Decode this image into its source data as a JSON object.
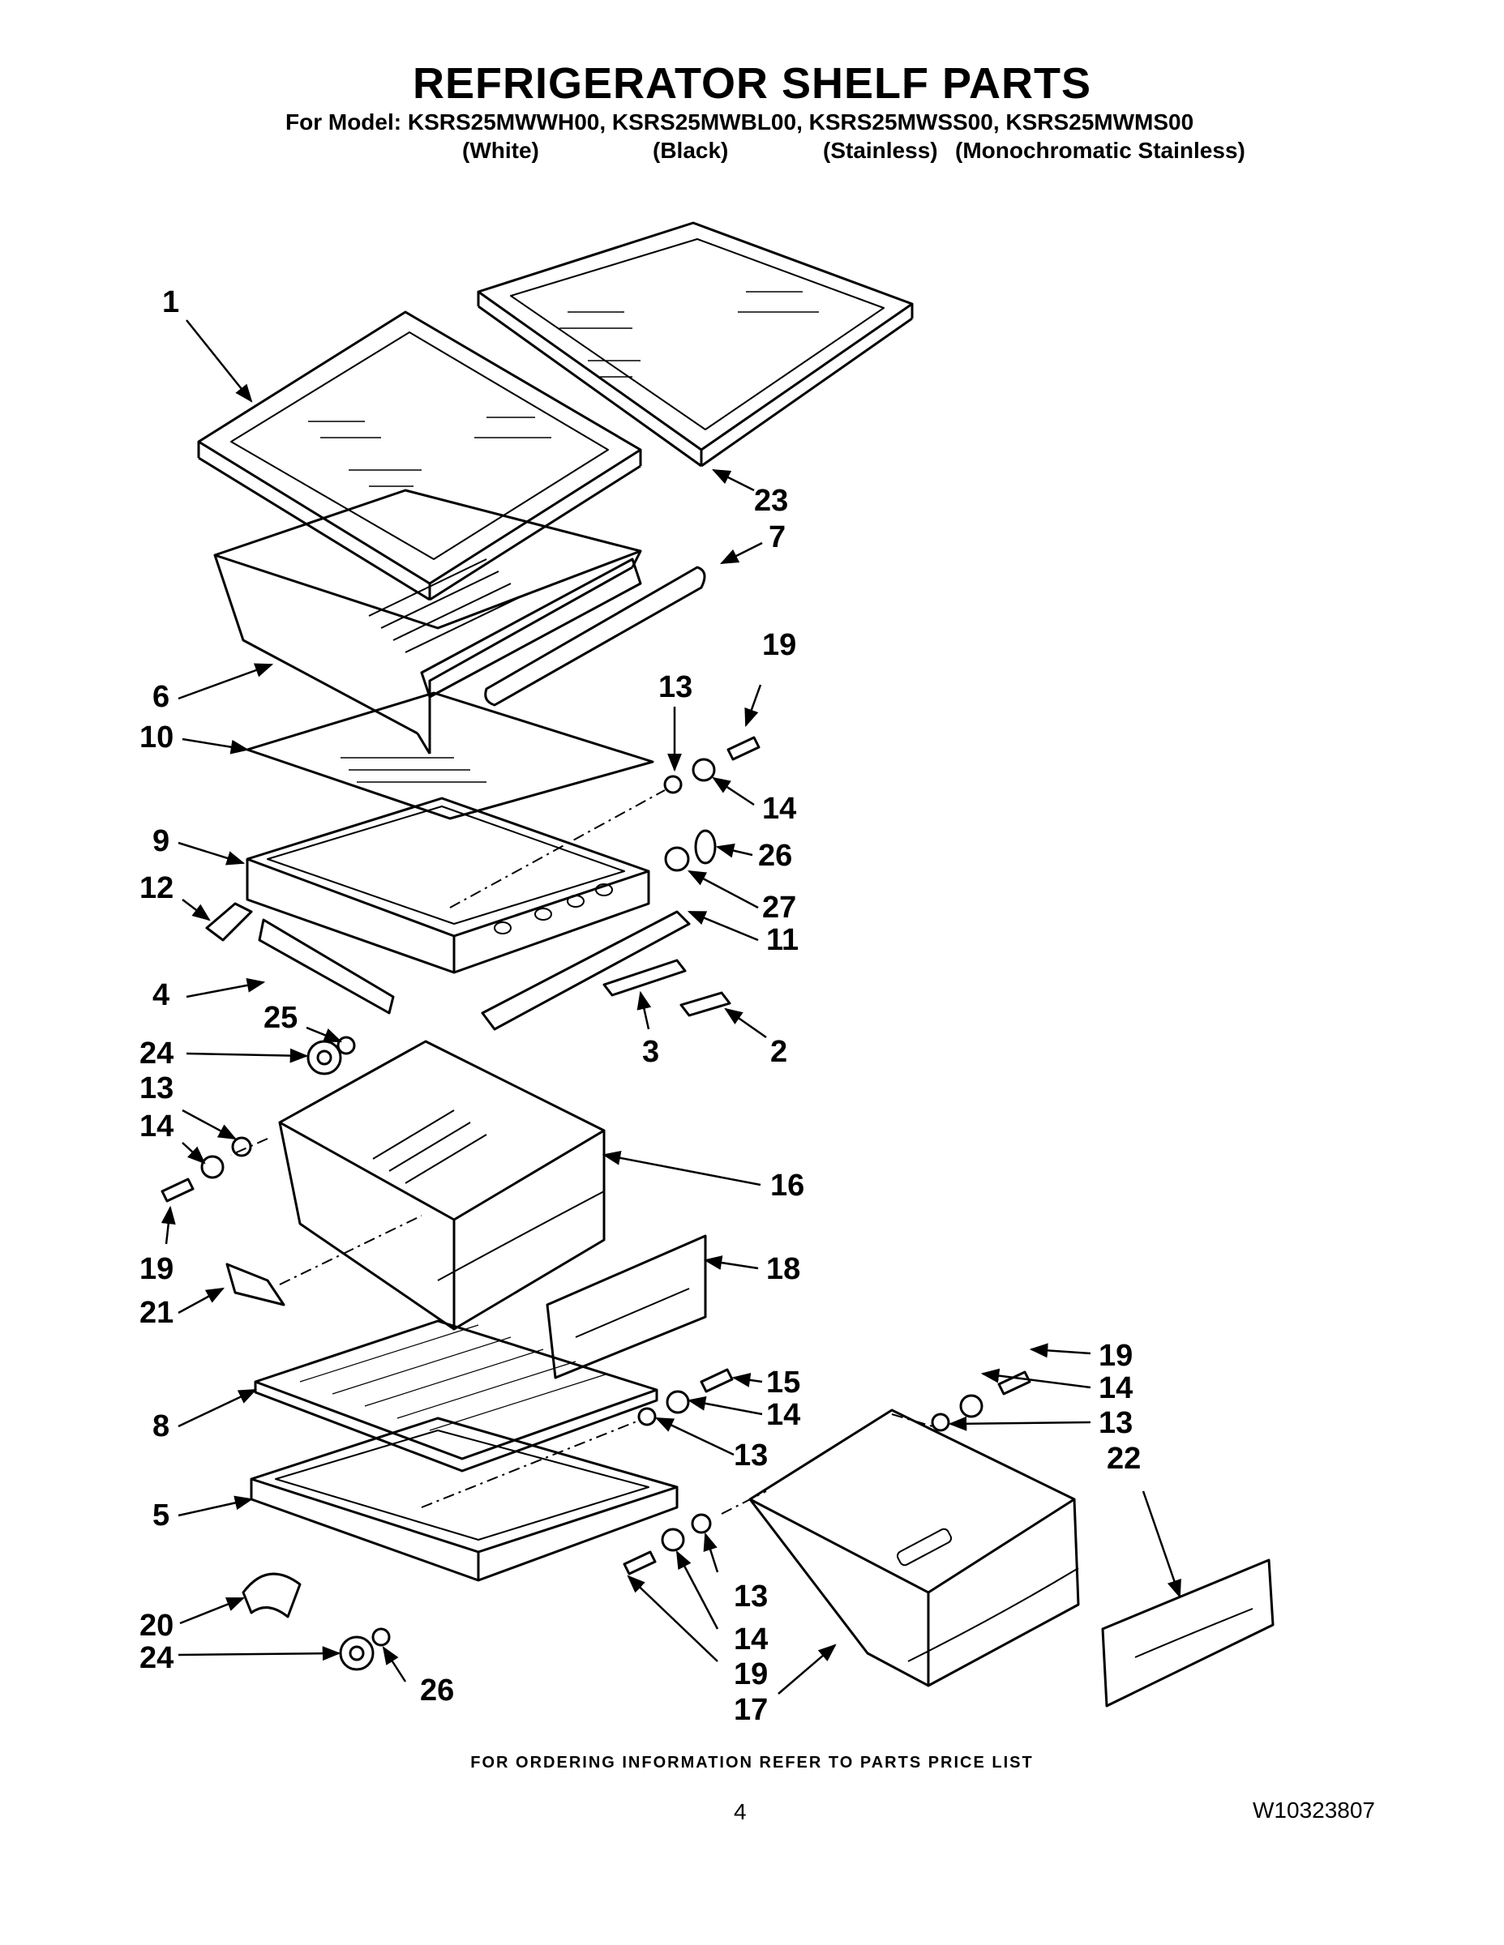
{
  "header": {
    "title": "REFRIGERATOR SHELF PARTS",
    "models": "For Model: KSRS25MWWH00, KSRS25MWBL00, KSRS25MWSS00, KSRS25MWMS00",
    "variants": [
      "(White)",
      "(Black)",
      "(Stainless)",
      "(Monochromatic Stainless)"
    ]
  },
  "callouts": [
    {
      "id": "c1",
      "text": "1"
    },
    {
      "id": "c23",
      "text": "23"
    },
    {
      "id": "c7",
      "text": "7"
    },
    {
      "id": "c19a",
      "text": "19"
    },
    {
      "id": "c6",
      "text": "6"
    },
    {
      "id": "c13a",
      "text": "13"
    },
    {
      "id": "c10",
      "text": "10"
    },
    {
      "id": "c14a",
      "text": "14"
    },
    {
      "id": "c9",
      "text": "9"
    },
    {
      "id": "c26a",
      "text": "26"
    },
    {
      "id": "c12",
      "text": "12"
    },
    {
      "id": "c27",
      "text": "27"
    },
    {
      "id": "c11",
      "text": "11"
    },
    {
      "id": "c4",
      "text": "4"
    },
    {
      "id": "c25",
      "text": "25"
    },
    {
      "id": "c24a",
      "text": "24"
    },
    {
      "id": "c3",
      "text": "3"
    },
    {
      "id": "c2",
      "text": "2"
    },
    {
      "id": "c13b",
      "text": "13"
    },
    {
      "id": "c14b",
      "text": "14"
    },
    {
      "id": "c16",
      "text": "16"
    },
    {
      "id": "c19b",
      "text": "19"
    },
    {
      "id": "c18",
      "text": "18"
    },
    {
      "id": "c21",
      "text": "21"
    },
    {
      "id": "c19c",
      "text": "19"
    },
    {
      "id": "c15",
      "text": "15"
    },
    {
      "id": "c14c",
      "text": "14"
    },
    {
      "id": "c14d",
      "text": "14"
    },
    {
      "id": "c8",
      "text": "8"
    },
    {
      "id": "c13c",
      "text": "13"
    },
    {
      "id": "c13d",
      "text": "13"
    },
    {
      "id": "c22",
      "text": "22"
    },
    {
      "id": "c5",
      "text": "5"
    },
    {
      "id": "c13e",
      "text": "13"
    },
    {
      "id": "c20",
      "text": "20"
    },
    {
      "id": "c14e",
      "text": "14"
    },
    {
      "id": "c24b",
      "text": "24"
    },
    {
      "id": "c19d",
      "text": "19"
    },
    {
      "id": "c26b",
      "text": "26"
    },
    {
      "id": "c17",
      "text": "17"
    }
  ],
  "footer": {
    "ordering_note": "FOR ORDERING INFORMATION REFER TO PARTS PRICE LIST",
    "page_number": "4",
    "document_number": "W10323807"
  }
}
